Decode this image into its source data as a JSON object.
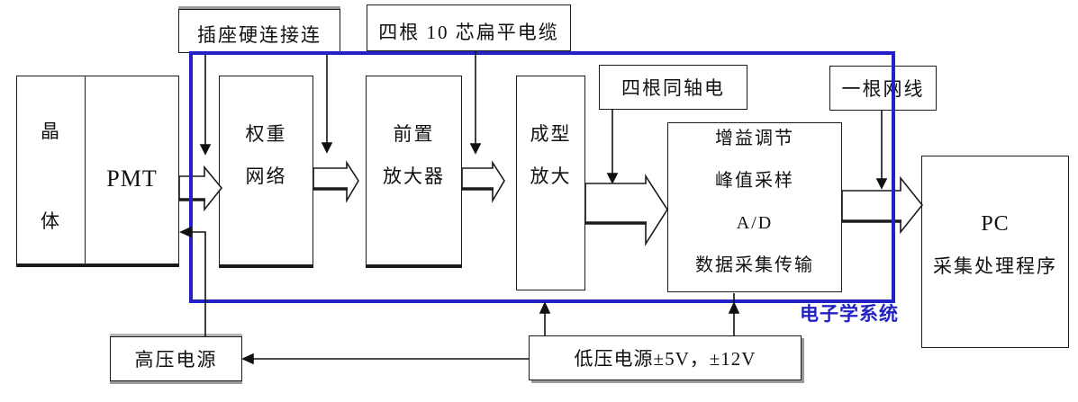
{
  "diagram": {
    "title_hint": "detector electronics system block diagram",
    "boxes": {
      "crystal": {
        "lines": [
          "晶",
          "体"
        ]
      },
      "pmt": {
        "label": "PMT"
      },
      "weight": {
        "lines": [
          "权重",
          "网络"
        ]
      },
      "preamp": {
        "lines": [
          "前置",
          "放大器"
        ]
      },
      "shaping": {
        "lines": [
          "成型",
          "放大"
        ]
      },
      "main": {
        "lines": [
          "增益调节",
          "峰值采样",
          "A/D",
          "数据采集传输"
        ]
      },
      "pc": {
        "lines": [
          "PC",
          "采集处理程序"
        ]
      },
      "hv": {
        "label": "高压电源"
      },
      "lv": {
        "label": "低压电源±5V，±12V"
      }
    },
    "cable_labels": {
      "socket": "插座硬连接连",
      "flat": "四根 10 芯扁平电缆",
      "coax": "四根同轴电",
      "net": "一根网线"
    },
    "system_label": "电子学系统",
    "colors": {
      "system_border": "#2222c4",
      "system_label_text": "#2222c4",
      "line": "#1a1a1a",
      "shadow": "#9a9a9a",
      "background": "#ffffff"
    }
  }
}
